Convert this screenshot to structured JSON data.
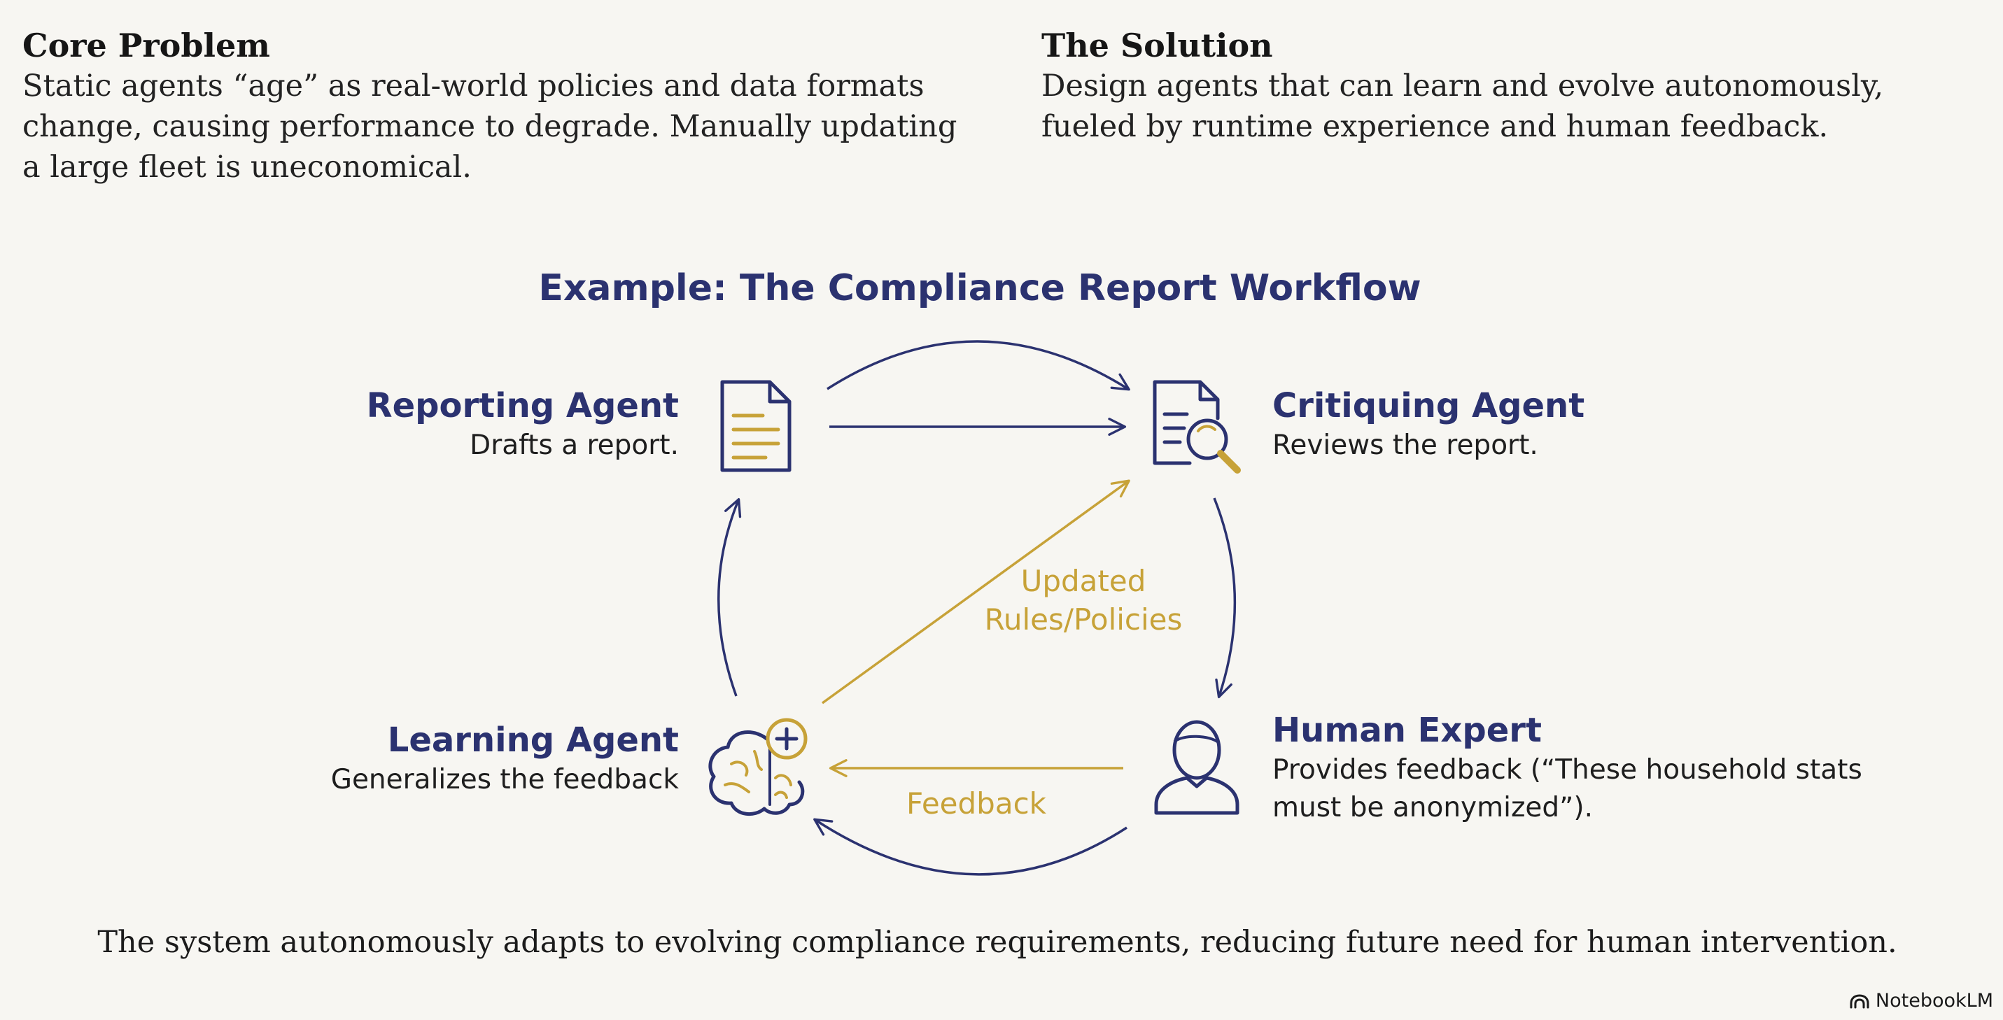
{
  "core_problem": {
    "title": "Core Problem",
    "body": "Static agents “age” as real-world policies and data formats change, causing performance to degrade. Manually updating a large fleet is uneconomical."
  },
  "solution": {
    "title": "The Solution",
    "body": "Design agents that can learn and evolve autonomously, fueled by runtime experience and human feedback."
  },
  "diagram": {
    "title": "Example: The Compliance Report Workflow",
    "nodes": {
      "reporting": {
        "title": "Reporting Agent",
        "desc": "Drafts a report.",
        "icon": "document-icon"
      },
      "critiquing": {
        "title": "Critiquing Agent",
        "desc": "Reviews the report.",
        "icon": "document-search-icon"
      },
      "human": {
        "title": "Human Expert",
        "desc": "Provides feedback (“These household stats must be anonymized”).",
        "icon": "person-icon"
      },
      "learning": {
        "title": "Learning Agent",
        "desc": "Generalizes the feedback",
        "icon": "brain-plus-icon"
      }
    },
    "edge_labels": {
      "updated_line1": "Updated",
      "updated_line2": "Rules/Policies",
      "feedback": "Feedback"
    },
    "colors": {
      "navy": "#2b3270",
      "gold": "#c7a238"
    }
  },
  "footer": "The system autonomously adapts to evolving compliance requirements, reducing future need for human intervention.",
  "brand": {
    "name": "NotebookLM",
    "icon": "notebooklm-logo-icon"
  }
}
